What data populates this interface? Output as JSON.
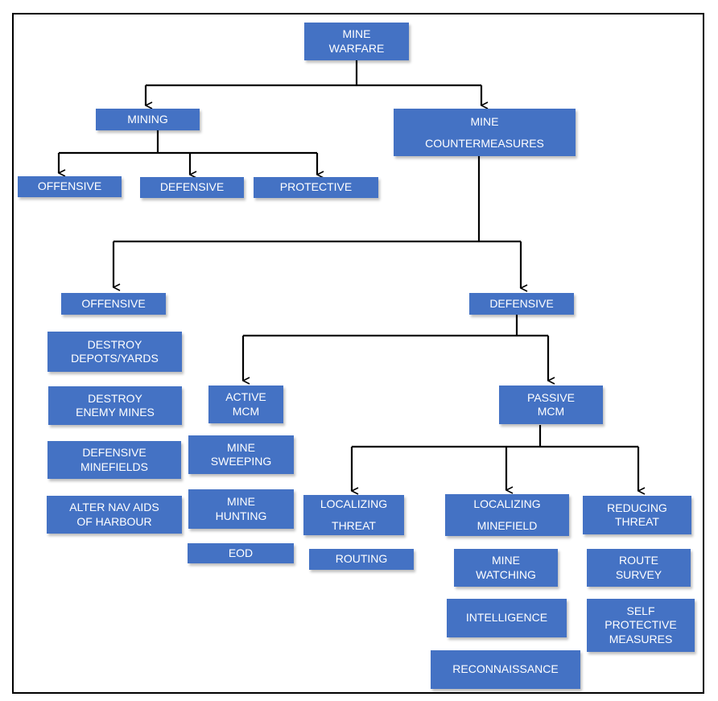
{
  "root": "MINE\nWARFARE",
  "mining": {
    "title": "MINING",
    "children": [
      "OFFENSIVE",
      "DEFENSIVE",
      "PROTECTIVE"
    ]
  },
  "mcm": {
    "title": "MINE\nCOUNTERMEASURES",
    "offensive": {
      "title": "OFFENSIVE",
      "items": [
        "DESTROY\nDEPOTS/YARDS",
        "DESTROY\nENEMY MINES",
        "DEFENSIVE\nMINEFIELDS",
        "ALTER NAV AIDS\nOF HARBOUR"
      ]
    },
    "defensive": {
      "title": "DEFENSIVE",
      "active": {
        "title": "ACTIVE\nMCM",
        "items": [
          "MINE\nSWEEPING",
          "MINE\nHUNTING",
          "EOD"
        ]
      },
      "passive": {
        "title": "PASSIVE\nMCM",
        "localizing_threat": {
          "title": "LOCALIZING\nTHREAT",
          "items": [
            "ROUTING"
          ]
        },
        "localizing_minefield": {
          "title": "LOCALIZING\nMINEFIELD",
          "items": [
            "MINE\nWATCHING",
            "INTELLIGENCE",
            "RECONNAISSANCE"
          ]
        },
        "reducing_threat": {
          "title": "REDUCING\nTHREAT",
          "items": [
            "ROUTE\nSURVEY",
            "SELF\nPROTECTIVE\nMEASURES"
          ]
        }
      }
    }
  }
}
